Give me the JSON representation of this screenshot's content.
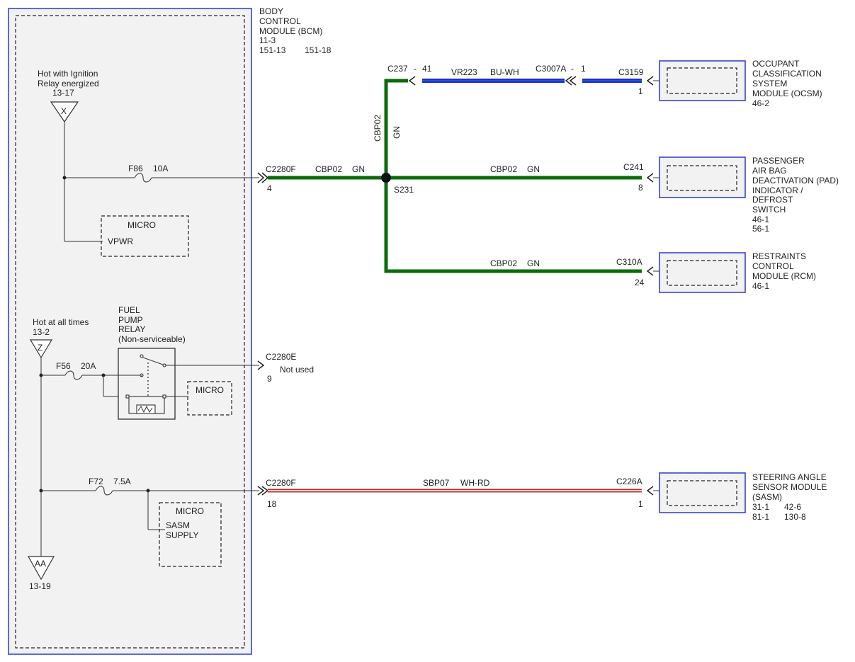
{
  "bcm": {
    "title_lines": [
      "BODY",
      "CONTROL",
      "MODULE (BCM)"
    ],
    "ref1": "11-3",
    "ref2a": "151-13",
    "ref2b": "151-18"
  },
  "ignition_feed": {
    "label_lines": [
      "Hot with Ignition",
      "Relay energized"
    ],
    "ref": "13-17",
    "letter": "X",
    "fuse": "F86",
    "rating": "10A",
    "micro_title": "MICRO",
    "micro_pin": "VPWR"
  },
  "battery_feed": {
    "label": "Hot at all times",
    "ref": "13-2",
    "letter": "Z",
    "fuse": "F56",
    "rating": "20A",
    "relay_lines": [
      "FUEL",
      "PUMP",
      "RELAY",
      "(Non-serviceable)"
    ],
    "relay_micro": "MICRO",
    "fuse2": "F72",
    "rating2": "7.5A",
    "sasm_micro_lines": [
      "MICRO",
      "SASM",
      "SUPPLY"
    ],
    "bottom_letter": "AA",
    "bottom_ref": "13-19"
  },
  "circuits": {
    "main": {
      "connector": "C2280F",
      "pin": "4",
      "circuit": "CBP02",
      "color": "GN",
      "splice": "S231",
      "vertical_circuit": "CBP02",
      "vertical_color": "GN"
    },
    "ocsm": {
      "c237": "C237",
      "c237_pin": "41",
      "circuit": "VR223",
      "color": "BU-WH",
      "c3007a": "C3007A",
      "c3007a_pin": "1",
      "c3159": "C3159",
      "c3159_pin": "1"
    },
    "pad": {
      "circuit": "CBP02",
      "color": "GN",
      "connector": "C241",
      "pin": "8"
    },
    "rcm": {
      "circuit": "CBP02",
      "color": "GN",
      "connector": "C310A",
      "pin": "24"
    },
    "not_used": {
      "connector": "C2280E",
      "pin": "9",
      "text": "Not used"
    },
    "sasm": {
      "connector": "C2280F",
      "pin": "18",
      "circuit": "SBP07",
      "color": "WH-RD",
      "far_connector": "C226A",
      "far_pin": "1"
    }
  },
  "modules": {
    "ocsm": {
      "lines": [
        "OCCUPANT",
        "CLASSIFICATION",
        "SYSTEM",
        "MODULE (OCSM)",
        "46-2"
      ]
    },
    "pad": {
      "lines": [
        "PASSENGER",
        "AIR BAG",
        "DEACTIVATION (PAD)",
        "INDICATOR /",
        "DEFROST",
        "SWITCH",
        "46-1",
        "56-1"
      ]
    },
    "rcm": {
      "lines": [
        "RESTRAINTS",
        "CONTROL",
        "MODULE (RCM)",
        "46-1"
      ]
    },
    "sasm": {
      "lines": [
        "STEERING ANGLE",
        "SENSOR MODULE",
        "(SASM)"
      ],
      "ref_row1": [
        "31-1",
        "42-6"
      ],
      "ref_row2": [
        "81-1",
        "130-8"
      ]
    }
  },
  "colors": {
    "green_wire": "#0b6b0b",
    "blue_wire": "#1f2fb8",
    "red_wire": "#b03030",
    "module_border": "#2a3ad0",
    "module_fill": "#f2f2f2"
  }
}
